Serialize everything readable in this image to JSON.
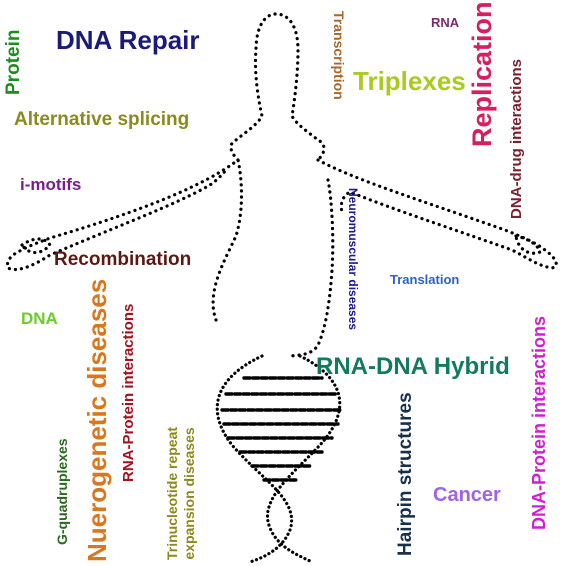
{
  "words": {
    "dna_repair": "DNA Repair",
    "protein": "Protein",
    "transcription": "Transcription",
    "rna": "RNA",
    "replication": "Replication",
    "triplexes": "Triplexes",
    "dna_drug_interactions": "DNA-drug interactions",
    "alternative_splicing": "Alternative splicing",
    "i_motifs": "i-motifs",
    "recombination": "Recombination",
    "neuromuscular_diseases": "Neuromuscular diseases",
    "translation": "Translation",
    "dna": "DNA",
    "neurogenetic_diseases": "Nuerogenetic diseases",
    "rna_protein_interactions": "RNA-Protein interactions",
    "rna_dna_hybrid": "RNA-DNA Hybrid",
    "dna_protein_interactions": "DNA-Protein interactions",
    "g_quadruplexes": "G-quadruplexes",
    "trinucleotide_line1": "Trinucleotide repeat",
    "trinucleotide_line2": "expansion diseases",
    "hairpin_structures": "Hairpin structures",
    "cancer": "Cancer"
  },
  "colors": {
    "dna_repair": "#1a1a7a",
    "protein": "#1f8c1f",
    "transcription": "#a8672a",
    "rna": "#7a2a6e",
    "replication": "#d61f5e",
    "triplexes": "#a8cc1e",
    "dna_drug_interactions": "#7a2030",
    "alternative_splicing": "#8c8a1e",
    "i_motifs": "#7a1e8c",
    "recombination": "#5a1a12",
    "neuromuscular_diseases": "#1a1a8a",
    "translation": "#2a62c8",
    "dna": "#6ccc28",
    "neurogenetic_diseases": "#d8781e",
    "rna_protein_interactions": "#a3121e",
    "rna_dna_hybrid": "#137a60",
    "dna_protein_interactions": "#d21ed2",
    "g_quadruplexes": "#2a6a1e",
    "trinucleotide": "#8a8a1e",
    "hairpin_structures": "#16304c",
    "cancer": "#a062e6"
  }
}
